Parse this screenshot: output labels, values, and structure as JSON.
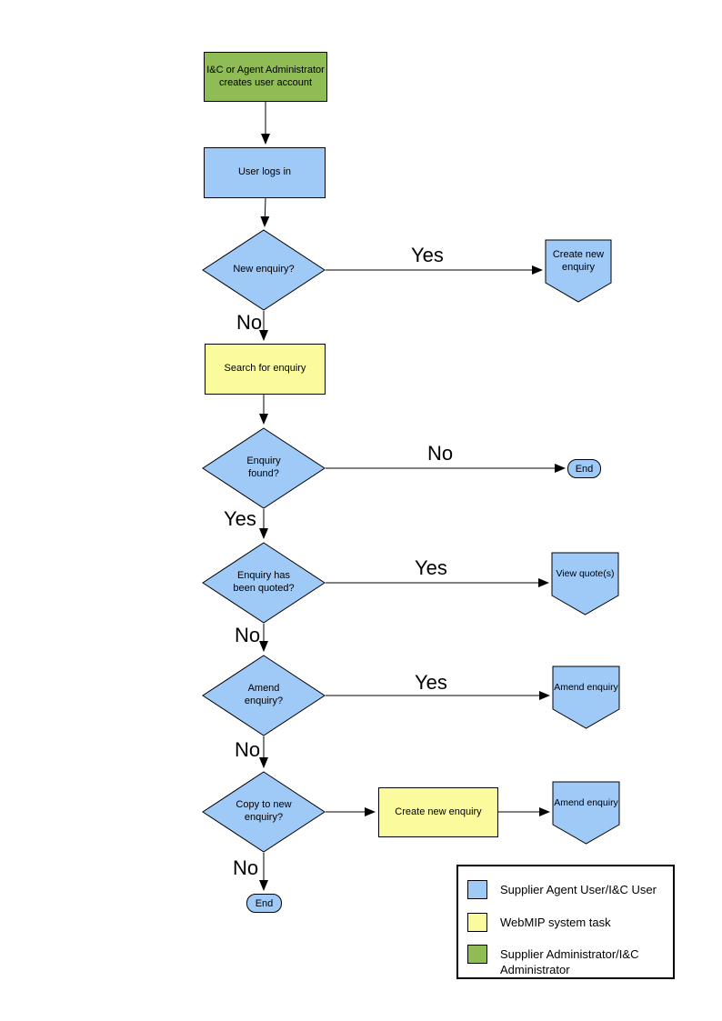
{
  "colors": {
    "user_shape": "#9FC9F6",
    "system_shape": "#FBFB9E",
    "admin_shape": "#8FBC54",
    "line": "#000000"
  },
  "flowchart": {
    "nodes": {
      "create_account": {
        "label": "I&C or Agent Administrator creates user account"
      },
      "user_logs_in": {
        "label": "User logs in"
      },
      "new_enquiry_q": {
        "label": "New enquiry?"
      },
      "create_new_enquiry_ref": {
        "label": "Create new enquiry"
      },
      "search_for_enquiry": {
        "label": "Search for enquiry"
      },
      "enquiry_found_q": {
        "label": "Enquiry found?"
      },
      "end_right": {
        "label": "End"
      },
      "enquiry_quoted_q": {
        "label": "Enquiry has been quoted?"
      },
      "view_quotes_ref": {
        "label": "View quote(s)"
      },
      "amend_enquiry_q": {
        "label": "Amend enquiry?"
      },
      "amend_enquiry_ref1": {
        "label": "Amend enquiry"
      },
      "copy_to_new_q": {
        "label": "Copy to new enquiry?"
      },
      "create_new_enquiry_task": {
        "label": "Create new enquiry"
      },
      "amend_enquiry_ref2": {
        "label": "Amend enquiry"
      },
      "end_bottom": {
        "label": "End"
      }
    },
    "edge_labels": {
      "new_enquiry_yes": "Yes",
      "new_enquiry_no": "No",
      "enquiry_found_no": "No",
      "enquiry_found_yes": "Yes",
      "enquiry_quoted_yes": "Yes",
      "enquiry_quoted_no": "No",
      "amend_enquiry_yes": "Yes",
      "amend_enquiry_no": "No",
      "copy_to_new_no": "No"
    },
    "legend": {
      "items": [
        {
          "label": "Supplier Agent User/I&C User",
          "color": "#9FC9F6"
        },
        {
          "label": "WebMIP system task",
          "color": "#FBFB9E"
        },
        {
          "label": "Supplier Administrator/I&C Administrator",
          "color": "#8FBC54"
        }
      ]
    }
  }
}
